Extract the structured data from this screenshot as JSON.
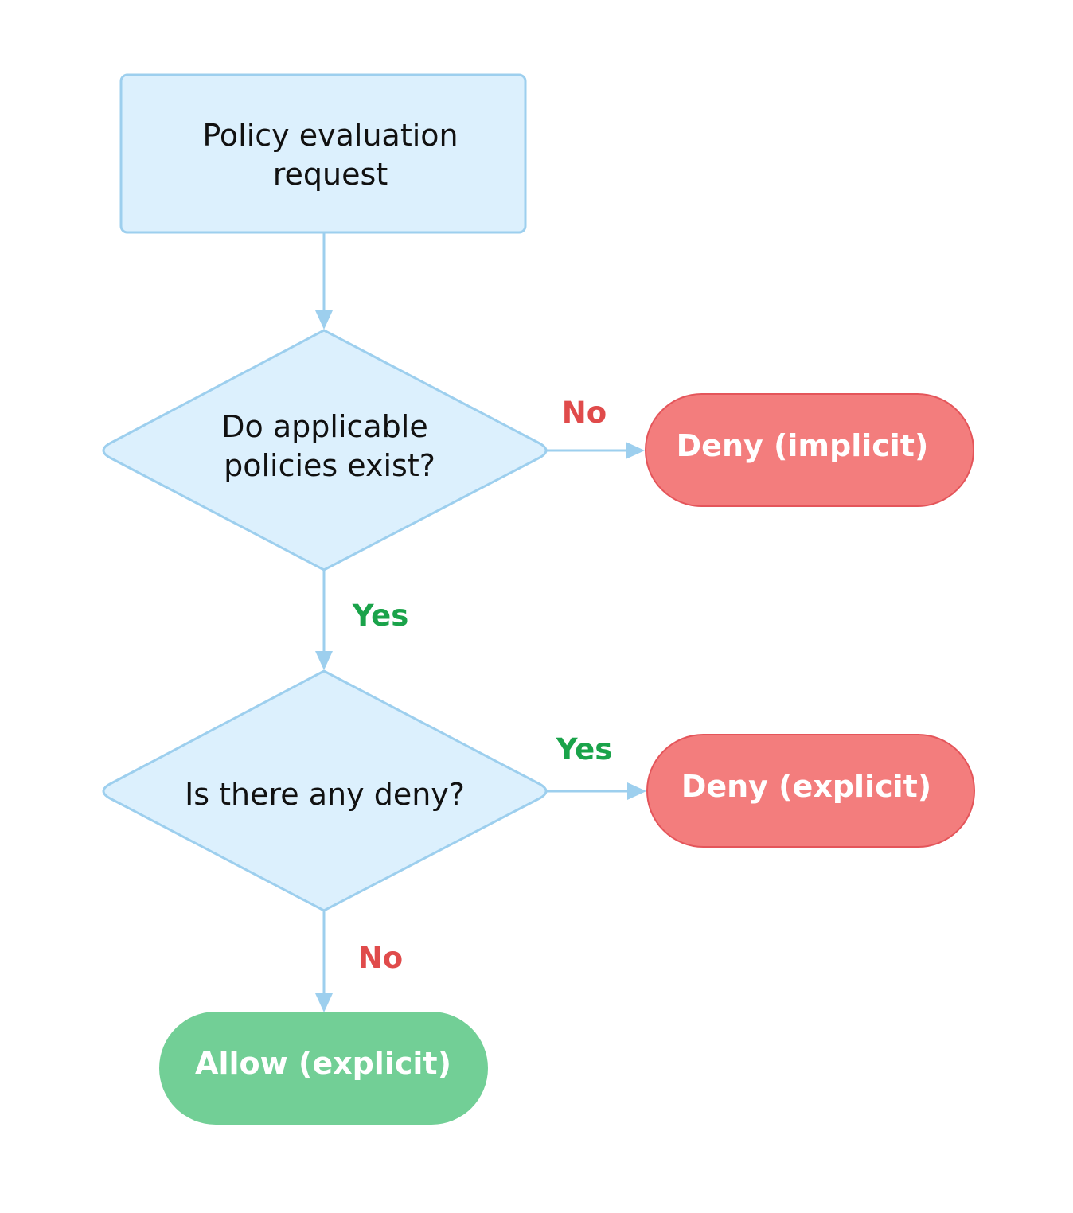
{
  "colors": {
    "process_fill": "#dcf0fd",
    "process_stroke": "#9dcfee",
    "connector": "#9dcfee",
    "deny_fill": "#f37d7d",
    "deny_stroke": "#e4555a",
    "allow_fill": "#72cf96",
    "yes_label": "#1aa34a",
    "no_label": "#e04b4b"
  },
  "nodes": {
    "start": {
      "line1": "Policy evaluation",
      "line2": "request"
    },
    "decision_policies": {
      "line1": "Do applicable",
      "line2": "policies exist?"
    },
    "decision_deny": {
      "line1": "Is there any deny?"
    },
    "deny_implicit": {
      "label": "Deny (implicit)"
    },
    "deny_explicit": {
      "label": "Deny (explicit)"
    },
    "allow_explicit": {
      "label": "Allow (explicit)"
    }
  },
  "edges": {
    "policies_no": "No",
    "policies_yes": "Yes",
    "deny_yes": "Yes",
    "deny_no": "No"
  }
}
